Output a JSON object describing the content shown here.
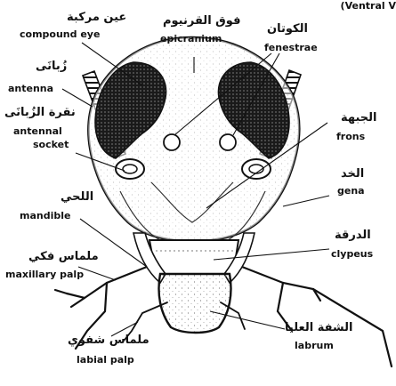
{
  "corner_caption": "(Ventral V",
  "labels": {
    "compound_eye": {
      "ar": "عين مركبة",
      "en": "compound eye"
    },
    "epicranium": {
      "ar": "فوق القرنيوم",
      "en": "epicranium"
    },
    "fenestrae": {
      "ar": "الكوتان",
      "en": "fenestrae"
    },
    "antenna": {
      "ar": "زُبانَى",
      "en": "antenna"
    },
    "antennal_socket": {
      "ar": "نقرة الزُبانَى",
      "en": "antennal socket"
    },
    "frons": {
      "ar": "الجبهة",
      "en": "frons"
    },
    "gena": {
      "ar": "الخد",
      "en": "gena"
    },
    "mandible": {
      "ar": "اللحي",
      "en": "mandible"
    },
    "clypeus": {
      "ar": "الدرقة",
      "en": "clypeus"
    },
    "maxillary_palp": {
      "ar": "ملماس فكي",
      "en": "maxillary palp"
    },
    "labrum": {
      "ar": "الشفة العليا",
      "en": "labrum"
    },
    "labial_palp": {
      "ar": "ملماس شفوي",
      "en": "labial palp"
    }
  }
}
